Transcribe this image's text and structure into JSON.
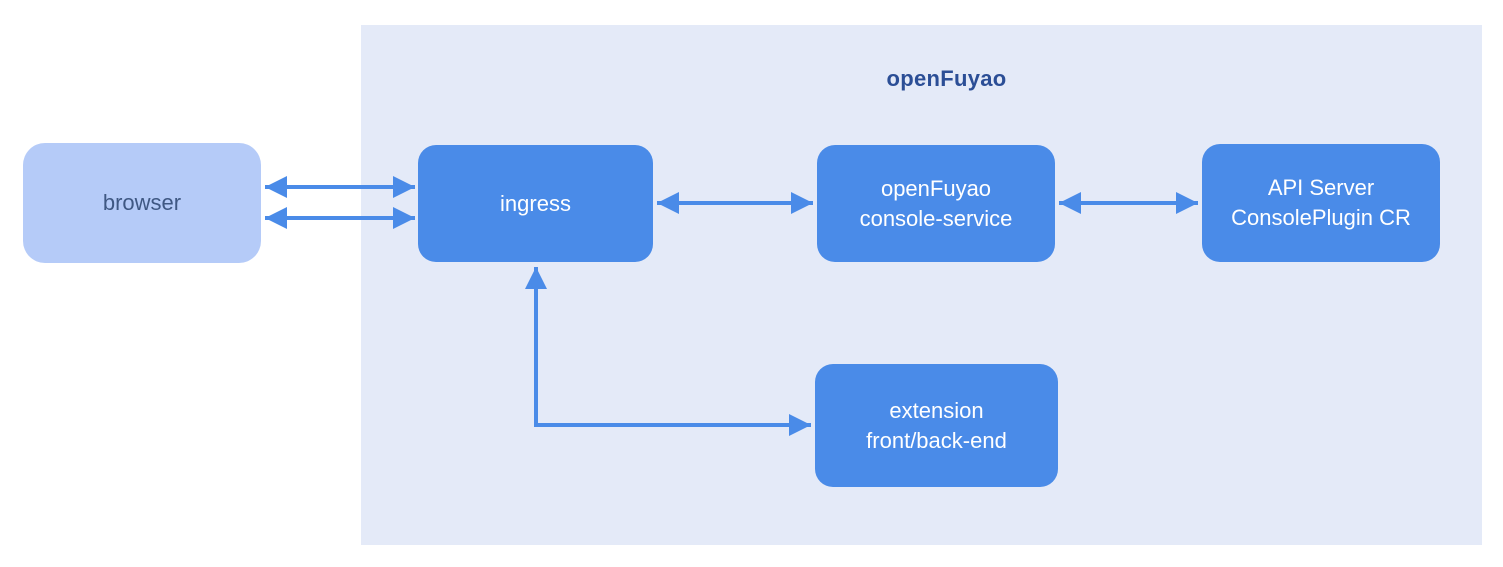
{
  "diagram": {
    "title": "openFuyao",
    "nodes": {
      "browser": {
        "label": "browser"
      },
      "ingress": {
        "label": "ingress"
      },
      "console_service": {
        "line1": "openFuyao",
        "line2": "console-service"
      },
      "api_server": {
        "line1": "API Server",
        "line2": "ConsolePlugin CR"
      },
      "extension": {
        "line1": "extension",
        "line2": "front/back-end"
      }
    },
    "edges": [
      {
        "from": "browser",
        "to": "ingress",
        "direction": "bidirectional",
        "lines": 2,
        "style": "straight"
      },
      {
        "from": "ingress",
        "to": "console_service",
        "direction": "bidirectional",
        "lines": 1,
        "style": "straight"
      },
      {
        "from": "console_service",
        "to": "api_server",
        "direction": "bidirectional",
        "lines": 1,
        "style": "straight"
      },
      {
        "from": "extension",
        "to": "ingress",
        "direction": "bidirectional",
        "lines": 1,
        "style": "elbow"
      }
    ],
    "colors": {
      "background": "#FFFFFF",
      "region_fill": "#E4EAF8",
      "node_fill": "#4A8BE8",
      "browser_fill": "#B5CBF8",
      "node_text": "#FFFFFF",
      "browser_text": "#3F5883",
      "title_text": "#2B4E96",
      "arrow": "#4A8BE8"
    }
  }
}
